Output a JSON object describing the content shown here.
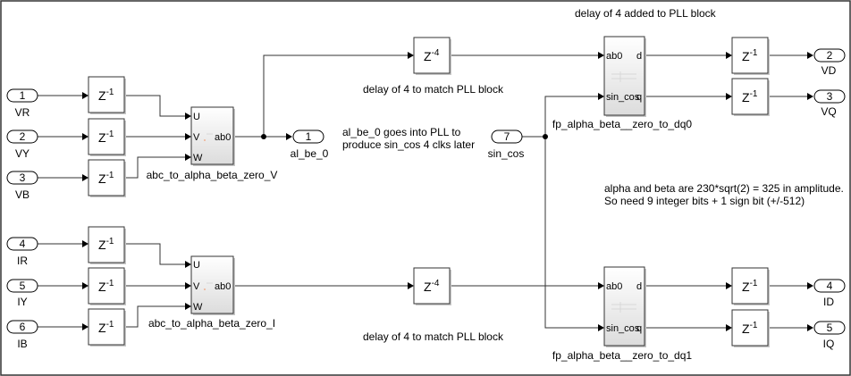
{
  "inports": [
    {
      "id": "VR",
      "number": "1",
      "label": "VR"
    },
    {
      "id": "VY",
      "number": "2",
      "label": "VY"
    },
    {
      "id": "VB",
      "number": "3",
      "label": "VB"
    },
    {
      "id": "IR",
      "number": "4",
      "label": "IR"
    },
    {
      "id": "IY",
      "number": "5",
      "label": "IY"
    },
    {
      "id": "IB",
      "number": "6",
      "label": "IB"
    },
    {
      "id": "sin_cos",
      "number": "7",
      "label": "sin_cos"
    }
  ],
  "outports": [
    {
      "id": "al_be_0",
      "number": "1",
      "label": "al_be_0"
    },
    {
      "id": "VD",
      "number": "2",
      "label": "VD"
    },
    {
      "id": "VQ",
      "number": "3",
      "label": "VQ"
    },
    {
      "id": "ID",
      "number": "4",
      "label": "ID"
    },
    {
      "id": "IQ",
      "number": "5",
      "label": "IQ"
    }
  ],
  "delays": {
    "unit": {
      "base": "Z",
      "exp": "-1"
    },
    "four": {
      "base": "Z",
      "exp": "-4"
    }
  },
  "subsystems": {
    "abc_v": {
      "name": "abc_to_alpha_beta_zero_V",
      "in_ports": [
        "U",
        "V",
        "W"
      ],
      "out_ports": [
        "ab0"
      ]
    },
    "abc_i": {
      "name": "abc_to_alpha_beta_zero_I",
      "in_ports": [
        "U",
        "V",
        "W"
      ],
      "out_ports": [
        "ab0"
      ]
    },
    "dq0": {
      "name": "fp_alpha_beta__zero_to_dq0",
      "in_ports": [
        "ab0",
        "sin_cos"
      ],
      "out_ports": [
        "d",
        "q"
      ]
    },
    "dq1": {
      "name": "fp_alpha_beta__zero_to_dq1",
      "in_ports": [
        "ab0",
        "sin_cos"
      ],
      "out_ports": [
        "d",
        "q"
      ]
    }
  },
  "annotations": {
    "delay_added": "delay of 4 added to PLL block",
    "delay_match_top": "delay of 4 to match PLL block",
    "delay_match_bottom": "delay of 4 to match PLL block",
    "pll_note_line1": "al_be_0 goes into PLL to",
    "pll_note_line2": "produce sin_cos 4 clks later",
    "amp_note_line1": "alpha and beta are 230*sqrt(2) = 325 in amplitude.",
    "amp_note_line2": "So need 9 integer bits + 1 sign bit (+/-512)"
  }
}
